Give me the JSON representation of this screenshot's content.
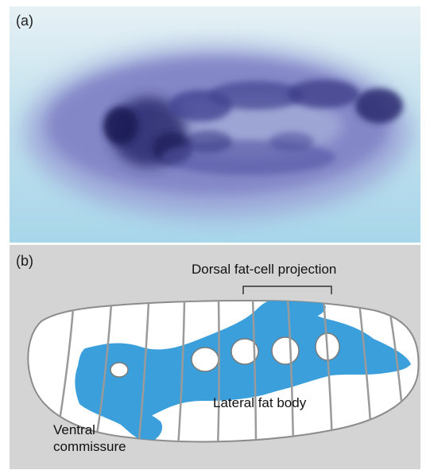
{
  "figure": {
    "panel_a": {
      "label": "(a)",
      "colors": {
        "background": "#c7e6f1",
        "stain": "#3a3b8c",
        "stain_dark": "#23205e"
      }
    },
    "panel_b": {
      "label": "(b)",
      "colors": {
        "background": "#d4d4d4",
        "embryo_fill": "#ffffff",
        "fat_body": "#3a9fdb",
        "segment_lines": "#9a9a9a"
      },
      "annotations": {
        "dorsal": "Dorsal fat-cell projection",
        "lateral": "Lateral fat body",
        "ventral": "Ventral commissure"
      }
    }
  }
}
